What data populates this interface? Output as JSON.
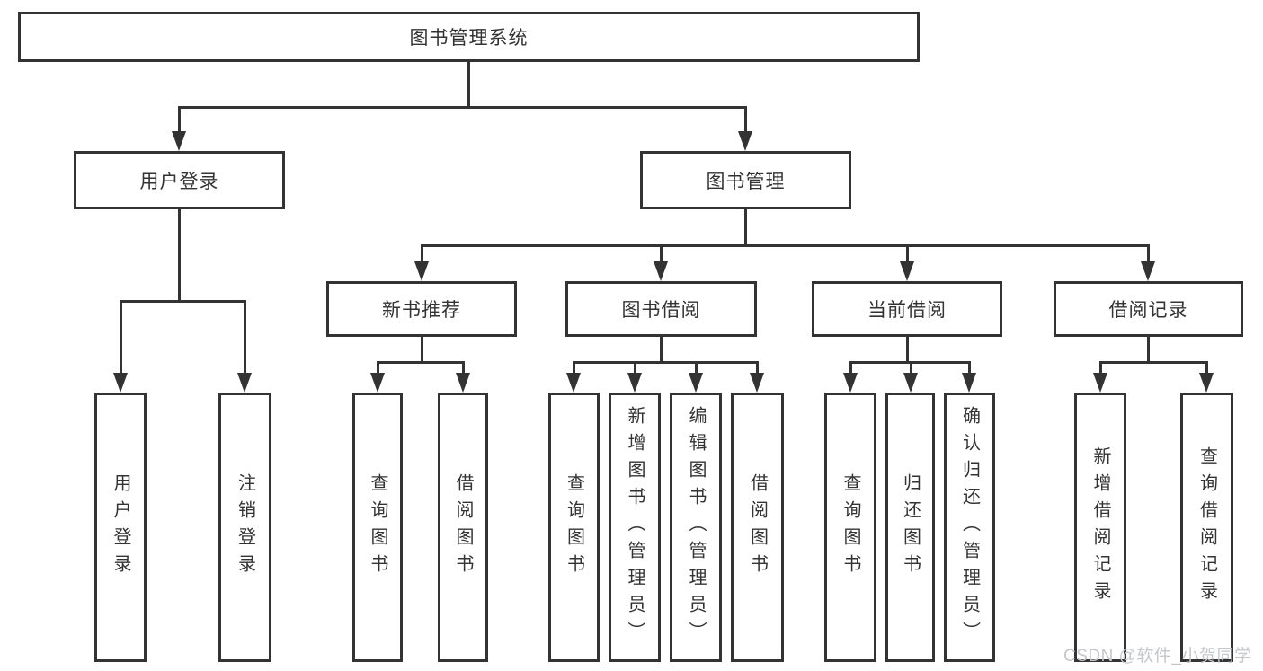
{
  "tree": {
    "label": "图书管理系统",
    "children": [
      {
        "label": "用户登录",
        "children": [
          {
            "label": "用户登录"
          },
          {
            "label": "注销登录"
          }
        ]
      },
      {
        "label": "图书管理",
        "children": [
          {
            "label": "新书推荐",
            "children": [
              {
                "label": "查询图书"
              },
              {
                "label": "借阅图书"
              }
            ]
          },
          {
            "label": "图书借阅",
            "children": [
              {
                "label": "查询图书"
              },
              {
                "label": "新增图书（管理员）"
              },
              {
                "label": "编辑图书（管理员）"
              },
              {
                "label": "借阅图书"
              }
            ]
          },
          {
            "label": "当前借阅",
            "children": [
              {
                "label": "查询图书"
              },
              {
                "label": "归还图书"
              },
              {
                "label": "确认归还（管理员）"
              }
            ]
          },
          {
            "label": "借阅记录",
            "children": [
              {
                "label": "新增借阅记录"
              },
              {
                "label": "查询借阅记录"
              }
            ]
          }
        ]
      }
    ]
  },
  "watermark": {
    "text": "CSDN @软件_小贺同学"
  },
  "colors": {
    "line": "#333333",
    "text": "#333333",
    "background": "#ffffff",
    "watermark": "#c5c7ca"
  }
}
